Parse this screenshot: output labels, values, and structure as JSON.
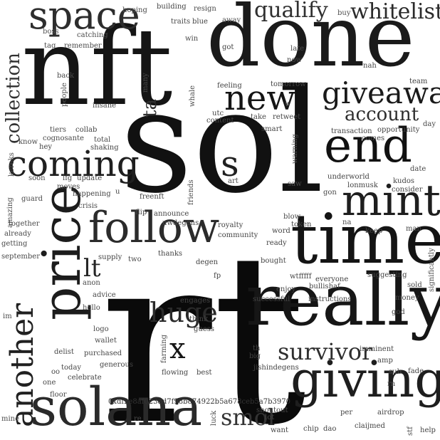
{
  "words": [
    {
      "text": "rt",
      "shade": "#0a0a0a"
    },
    {
      "text": "sol",
      "shade": "#111111"
    },
    {
      "text": "nft",
      "shade": "#151515"
    },
    {
      "text": "done",
      "shade": "#1a1a1a"
    },
    {
      "text": "really",
      "shade": "#161616"
    },
    {
      "text": "time",
      "shade": "#141414"
    },
    {
      "text": "price",
      "shade": "#1c1c1c"
    },
    {
      "text": "solana",
      "shade": "#2a2a2a"
    },
    {
      "text": "giving",
      "shade": "#1e1e1e"
    },
    {
      "text": "follow",
      "shade": "#2b2b2b"
    },
    {
      "text": "end",
      "shade": "#111111"
    },
    {
      "text": "mint",
      "shade": "#1e1e1e"
    },
    {
      "text": "space",
      "shade": "#2d2d2d"
    },
    {
      "text": "coming",
      "shade": "#1f1f1f"
    },
    {
      "text": "new",
      "shade": "#151515"
    },
    {
      "text": "giveaway",
      "shade": "#1a1a1a"
    },
    {
      "text": "another",
      "shade": "#202020"
    },
    {
      "text": "qualify",
      "shade": "#303030"
    },
    {
      "text": "whitelist",
      "shade": "#2a2a2a"
    },
    {
      "text": "collection",
      "shade": "#303030"
    },
    {
      "text": "account",
      "shade": "#2e2e2e"
    },
    {
      "text": "huge",
      "shade": "#2a2a2a"
    },
    {
      "text": "survivor",
      "shade": "#2e2e2e"
    },
    {
      "text": "smol",
      "shade": "#333333"
    },
    {
      "text": "x",
      "shade": "#151515"
    },
    {
      "text": "s",
      "shade": "#202020"
    },
    {
      "text": "lt",
      "shade": "#252525"
    },
    {
      "text": "ta",
      "shade": "#303030"
    },
    {
      "text": "0xdf2e8af023dd7f98b874922b5a678ceb5a7b3970",
      "shade": "#333333"
    },
    {
      "text": "hoping",
      "shade": "#4a4a4a"
    },
    {
      "text": "building",
      "shade": "#444444"
    },
    {
      "text": "resign",
      "shade": "#4a4a4a"
    },
    {
      "text": "buy",
      "shade": "#4d4d4d"
    },
    {
      "text": "traits",
      "shade": "#4a4a4a"
    },
    {
      "text": "blue",
      "shade": "#444444"
    },
    {
      "text": "away",
      "shade": "#555555"
    },
    {
      "text": "boss",
      "shade": "#555555"
    },
    {
      "text": "catching",
      "shade": "#4a4a4a"
    },
    {
      "text": "win",
      "shade": "#4a4a4a"
    },
    {
      "text": "tag",
      "shade": "#4a4a4a"
    },
    {
      "text": "remember",
      "shade": "#4a4a4a"
    },
    {
      "text": "got",
      "shade": "#444444"
    },
    {
      "text": "late",
      "shade": "#4a4a4a"
    },
    {
      "text": "now",
      "shade": "#444444"
    },
    {
      "text": "nah",
      "shade": "#444444"
    },
    {
      "text": "back",
      "shade": "#4a4a4a"
    },
    {
      "text": "many",
      "shade": "#4a4a4a"
    },
    {
      "text": "feeling",
      "shade": "#444444"
    },
    {
      "text": "tomorrow",
      "shade": "#444444"
    },
    {
      "text": "team",
      "shade": "#444444"
    },
    {
      "text": "people",
      "shade": "#4a4a4a"
    },
    {
      "text": "insane",
      "shade": "#444444"
    },
    {
      "text": "whale",
      "shade": "#4a4a4a"
    },
    {
      "text": "w",
      "shade": "#444444"
    },
    {
      "text": "utc",
      "shade": "#444444"
    },
    {
      "text": "content",
      "shade": "#444444"
    },
    {
      "text": "take",
      "shade": "#4a4a4a"
    },
    {
      "text": "retweet",
      "shade": "#444444"
    },
    {
      "text": "tiers",
      "shade": "#4a4a4a"
    },
    {
      "text": "collab",
      "shade": "#444444"
    },
    {
      "text": "cognosante",
      "shade": "#4a4a4a"
    },
    {
      "text": "smart",
      "shade": "#444444"
    },
    {
      "text": "day",
      "shade": "#4a4a4a"
    },
    {
      "text": "kereks",
      "shade": "#4a4a4a"
    },
    {
      "text": "know",
      "shade": "#4a4a4a"
    },
    {
      "text": "hey",
      "shade": "#444444"
    },
    {
      "text": "total",
      "shade": "#4a4a4a"
    },
    {
      "text": "shaking",
      "shade": "#444444"
    },
    {
      "text": "transaction",
      "shade": "#444444"
    },
    {
      "text": "opportunity",
      "shade": "#444444"
    },
    {
      "text": "warning",
      "shade": "#4a4a4a"
    },
    {
      "text": "comes",
      "shade": "#444444"
    },
    {
      "text": "date",
      "shade": "#4a4a4a"
    },
    {
      "text": "soon",
      "shade": "#4a4a4a"
    },
    {
      "text": "lfg",
      "shade": "#4a4a4a"
    },
    {
      "text": "update",
      "shade": "#444444"
    },
    {
      "text": "moves",
      "shade": "#444444"
    },
    {
      "text": "art",
      "shade": "#4a4a4a"
    },
    {
      "text": "underworld",
      "shade": "#444444"
    },
    {
      "text": "kudos",
      "shade": "#444444"
    },
    {
      "text": "saw",
      "shade": "#4a4a4a"
    },
    {
      "text": "lonmusk",
      "shade": "#444444"
    },
    {
      "text": "consider",
      "shade": "#444444"
    },
    {
      "text": "amazing",
      "shade": "#4a4a4a"
    },
    {
      "text": "guard",
      "shade": "#4a4a4a"
    },
    {
      "text": "happening",
      "shade": "#444444"
    },
    {
      "text": "u",
      "shade": "#4a4a4a"
    },
    {
      "text": "freenft",
      "shade": "#444444"
    },
    {
      "text": "friends",
      "shade": "#4a4a4a"
    },
    {
      "text": "gon",
      "shade": "#4a4a4a"
    },
    {
      "text": "crisis",
      "shade": "#4a4a4a"
    },
    {
      "text": "together",
      "shade": "#4a4a4a"
    },
    {
      "text": "flip",
      "shade": "#444444"
    },
    {
      "text": "announce",
      "shade": "#444444"
    },
    {
      "text": "uwdegens",
      "shade": "#444444"
    },
    {
      "text": "blow",
      "shade": "#4a4a4a"
    },
    {
      "text": "token",
      "shade": "#444444"
    },
    {
      "text": "na",
      "shade": "#4a4a4a"
    },
    {
      "text": "already",
      "shade": "#4a4a4a"
    },
    {
      "text": "royalty",
      "shade": "#444444"
    },
    {
      "text": "word",
      "shade": "#444444"
    },
    {
      "text": "keep",
      "shade": "#444444"
    },
    {
      "text": "man",
      "shade": "#444444"
    },
    {
      "text": "getting",
      "shade": "#4a4a4a"
    },
    {
      "text": "community",
      "shade": "#444444"
    },
    {
      "text": "ready",
      "shade": "#444444"
    },
    {
      "text": "september",
      "shade": "#4a4a4a"
    },
    {
      "text": "supply",
      "shade": "#444444"
    },
    {
      "text": "two",
      "shade": "#4a4a4a"
    },
    {
      "text": "thanks",
      "shade": "#444444"
    },
    {
      "text": "degen",
      "shade": "#444444"
    },
    {
      "text": "bought",
      "shade": "#444444"
    },
    {
      "text": "wtfffff",
      "shade": "#444444"
    },
    {
      "text": "everyone",
      "shade": "#444444"
    },
    {
      "text": "suggesting",
      "shade": "#444444"
    },
    {
      "text": "significantly",
      "shade": "#4a4a4a"
    },
    {
      "text": "anon",
      "shade": "#4a4a4a"
    },
    {
      "text": "fp",
      "shade": "#444444"
    },
    {
      "text": "bullishaf",
      "shade": "#444444"
    },
    {
      "text": "sold",
      "shade": "#4a4a4a"
    },
    {
      "text": "enjoy",
      "shade": "#444444"
    },
    {
      "text": "advice",
      "shade": "#4a4a4a"
    },
    {
      "text": "engages",
      "shade": "#444444"
    },
    {
      "text": "successful",
      "shade": "#444444"
    },
    {
      "text": "instructions",
      "shade": "#444444"
    },
    {
      "text": "money",
      "shade": "#444444"
    },
    {
      "text": "im",
      "shade": "#4a4a4a"
    },
    {
      "text": "hello",
      "shade": "#4a4a4a"
    },
    {
      "text": "god",
      "shade": "#444444"
    },
    {
      "text": "logo",
      "shade": "#4a4a4a"
    },
    {
      "text": "think",
      "shade": "#444444"
    },
    {
      "text": "wallet",
      "shade": "#4a4a4a"
    },
    {
      "text": "farming",
      "shade": "#4a4a4a"
    },
    {
      "text": "guess",
      "shade": "#444444"
    },
    {
      "text": "th",
      "shade": "#444444"
    },
    {
      "text": "imminent",
      "shade": "#444444"
    },
    {
      "text": "delist",
      "shade": "#4a4a4a"
    },
    {
      "text": "purchased",
      "shade": "#444444"
    },
    {
      "text": "big",
      "shade": "#444444"
    },
    {
      "text": "generous",
      "shade": "#444444"
    },
    {
      "text": "amp",
      "shade": "#444444"
    },
    {
      "text": "oo",
      "shade": "#4a4a4a"
    },
    {
      "text": "today",
      "shade": "#4a4a4a"
    },
    {
      "text": "flowing",
      "shade": "#444444"
    },
    {
      "text": "best",
      "shade": "#444444"
    },
    {
      "text": "jishindegens",
      "shade": "#444444"
    },
    {
      "text": "sub",
      "shade": "#444444"
    },
    {
      "text": "fade",
      "shade": "#444444"
    },
    {
      "text": "one",
      "shade": "#4a4a4a"
    },
    {
      "text": "celebrate",
      "shade": "#444444"
    },
    {
      "text": "floor",
      "shade": "#4a4a4a"
    },
    {
      "text": "rn",
      "shade": "#444444"
    },
    {
      "text": "shoutout",
      "shade": "#444444"
    },
    {
      "text": "per",
      "shade": "#444444"
    },
    {
      "text": "airdrop",
      "shade": "#444444"
    },
    {
      "text": "mine",
      "shade": "#4a4a4a"
    },
    {
      "text": "re",
      "shade": "#4a4a4a"
    },
    {
      "text": "luck",
      "shade": "#4a4a4a"
    },
    {
      "text": "lot",
      "shade": "#444444"
    },
    {
      "text": "want",
      "shade": "#444444"
    },
    {
      "text": "chip",
      "shade": "#444444"
    },
    {
      "text": "dao",
      "shade": "#444444"
    },
    {
      "text": "claijmed",
      "shade": "#444444"
    },
    {
      "text": "stf",
      "shade": "#4a4a4a"
    },
    {
      "text": "help",
      "shade": "#444444"
    }
  ]
}
